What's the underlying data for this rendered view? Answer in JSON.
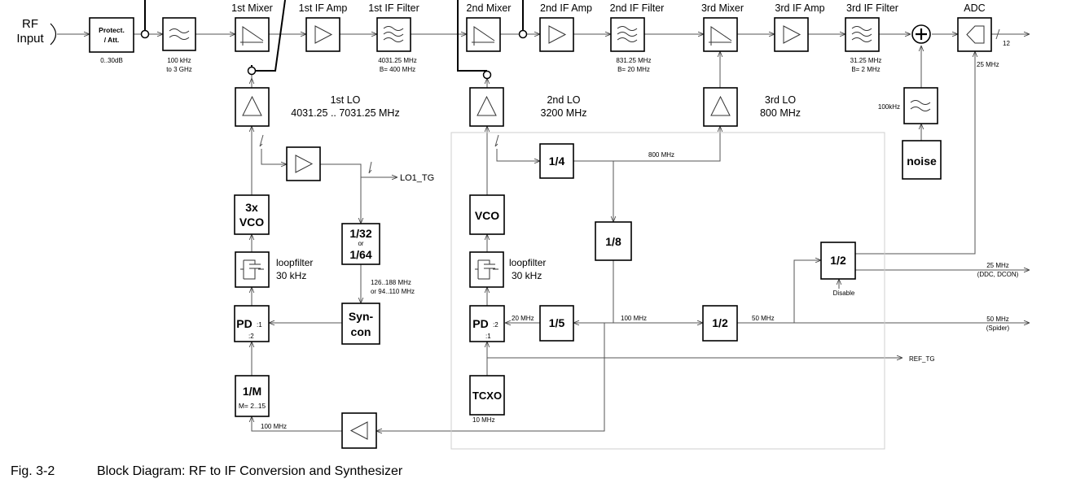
{
  "title_labels": {
    "rf_input_1": "RF",
    "rf_input_2": "Input",
    "mixer1": "1st Mixer",
    "if_amp1": "1st IF Amp",
    "if_filter1": "1st IF Filter",
    "mixer2": "2nd Mixer",
    "if_amp2": "2nd  IF Amp",
    "if_filter2": "2nd IF Filter",
    "mixer3": "3rd Mixer",
    "if_amp3": "3rd IF Amp",
    "if_filter3": "3rd IF Filter",
    "adc": "ADC"
  },
  "blocks": {
    "protect_1": "Protect.",
    "protect_2": "/ Att.",
    "vco3x_1": "3x",
    "vco3x_2": "VCO",
    "div32_1": "1/32",
    "div32_or": "or",
    "div32_2": "1/64",
    "syncon_1": "Syn-",
    "syncon_2": "con",
    "pd": "PD",
    "divm": "1/M",
    "div4": "1/4",
    "vco": "VCO",
    "div8": "1/8",
    "div5": "1/5",
    "div2a": "1/2",
    "div2b": "1/2",
    "tcxo": "TCXO",
    "noise": "noise"
  },
  "annotations": {
    "att_range": "0..30dB",
    "prefilter_1": "100 kHz",
    "prefilter_2": "to 3 GHz",
    "if1_1": "4031.25 MHz",
    "if1_2": "B= 400 MHz",
    "if2_1": "831.25 MHz",
    "if2_2": "B= 20 MHz",
    "if3_1": "31.25 MHz",
    "if3_2": "B= 2 MHz",
    "adc_clock": "25 MHz",
    "adc_bits": "12",
    "lo1_1": "1st LO",
    "lo1_2": "4031.25 .. 7031.25 MHz",
    "lo2_1": "2nd LO",
    "lo2_2": "3200 MHz",
    "lo3_1": "3rd LO",
    "lo3_2": "800 MHz",
    "noise_filter": "100kHz",
    "lo1_tg": "LO1_TG",
    "lo2_800": "800 MHz",
    "loopfilter": "loopfilter",
    "loopbw": "30 kHz",
    "syncon_range_1": "126..188 MHz",
    "syncon_range_2": "or 94..110 MHz",
    "pd1_in1": ":1",
    "pd1_in2": ":2",
    "pd2_in2": ":2",
    "pd2_in1": ":1",
    "m_range": "M= 2..15",
    "ref_100_a": "100 MHz",
    "ref_20": "20 MHz",
    "ref_100_b": "100 MHz",
    "ref_50": "50 MHz",
    "tcxo_freq": "10 MHz",
    "out25_1": "25 MHz",
    "out25_2": "(DDC, DCON)",
    "disable": "Disable",
    "out50_1": "50 MHz",
    "out50_2": "(Spider)",
    "ref_tg": "REF_TG"
  },
  "caption": {
    "number": "Fig. 3-2",
    "text": "Block Diagram: RF to IF Conversion and Synthesizer"
  }
}
